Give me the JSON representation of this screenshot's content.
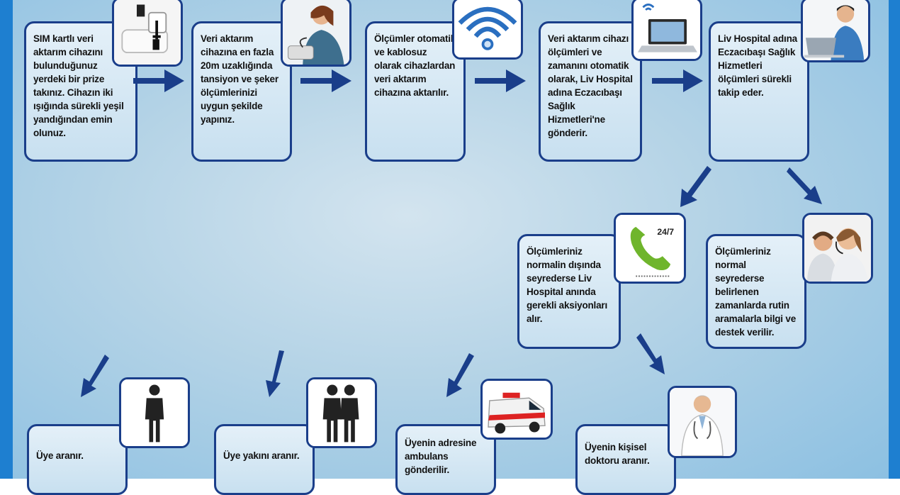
{
  "steps": {
    "s1": "SIM kartlı veri aktarım cihazını bulunduğunuz yerdeki bir prize takınız. Cihazın iki ışığında sürekli yeşil yandığından emin olunuz.",
    "s2": "Veri aktarım cihazına en fazla 20m uzaklığında tansiyon ve şeker ölçümlerinizi uygun şekilde yapınız.",
    "s3": "Ölçümler otomatik ve kablosuz olarak cihazlardan veri aktarım cihazına aktarılır.",
    "s4": "Veri aktarım cihazı ölçümleri ve zamanını otomatik olarak, Liv Hospital adına Eczacıbaşı Sağlık Hizmetleri'ne gönderir.",
    "s5": "Liv Hospital adına Eczacıbaşı Sağlık Hizmetleri ölçümleri sürekli takip eder.",
    "s6": "Ölçümleriniz normalin dışında seyrederse Liv Hospital anında gerekli aksiyonları alır.",
    "s7": "Ölçümleriniz normal seyrederse belirlenen zamanlarda rutin aramalarla bilgi ve destek verilir.",
    "s8": "Üye aranır.",
    "s9": "Üye yakını aranır.",
    "s10": "Üyenin adresine ambulans gönderilir.",
    "s11": "Üyenin kişisel doktoru aranır."
  },
  "icons": {
    "phone_badge": "24/7"
  }
}
